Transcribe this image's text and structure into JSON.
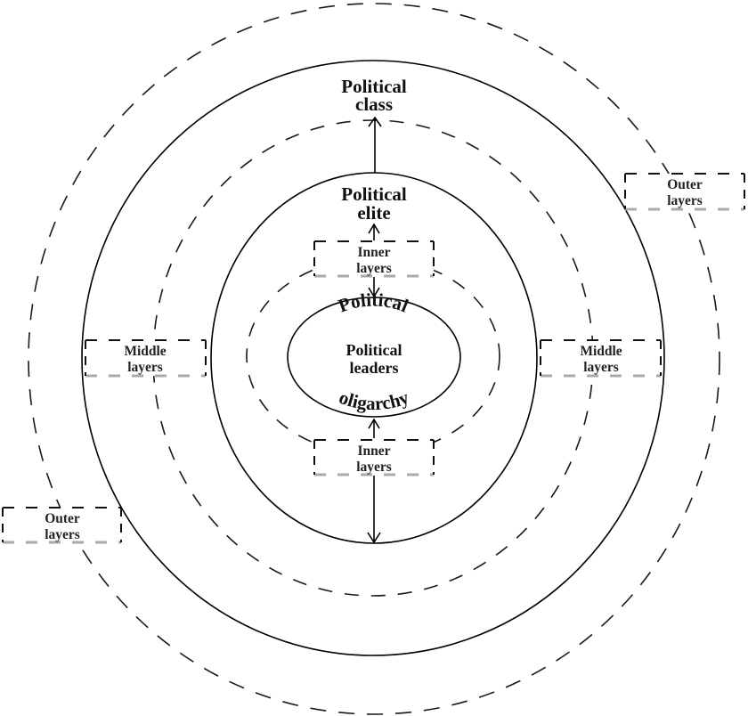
{
  "diagram": {
    "title": "Political layers model",
    "rings": [
      {
        "id": "outer-dashed",
        "style": "dashed"
      },
      {
        "id": "political-class-ring",
        "style": "solid",
        "label_lines": [
          "Political",
          "class"
        ]
      },
      {
        "id": "middle-dashed",
        "style": "dashed"
      },
      {
        "id": "political-elite-ring",
        "style": "solid",
        "label_lines": [
          "Political",
          "elite"
        ]
      },
      {
        "id": "inner-dashed",
        "style": "dashed"
      },
      {
        "id": "oligarchy-core",
        "style": "solid",
        "arc_top": "Political",
        "arc_bottom": "oligarchy",
        "center_lines": [
          "Political",
          "leaders"
        ]
      }
    ],
    "labels": {
      "political_class": [
        "Political",
        "class"
      ],
      "political_elite": [
        "Political",
        "elite"
      ],
      "core_center": [
        "Political",
        "leaders"
      ],
      "core_arc_top": "Political",
      "core_arc_bottom": "oligarchy"
    },
    "layer_boxes": {
      "inner_top": [
        "Inner",
        "layers"
      ],
      "inner_bottom": [
        "Inner",
        "layers"
      ],
      "middle_left": [
        "Middle",
        "layers"
      ],
      "middle_right": [
        "Middle",
        "layers"
      ],
      "outer_top_right": [
        "Outer",
        "layers"
      ],
      "outer_bottom_left": [
        "Outer",
        "layers"
      ]
    },
    "colors": {
      "line": "#000000",
      "box_bottom_edge": "#aaaaaa",
      "background": "#ffffff"
    }
  }
}
